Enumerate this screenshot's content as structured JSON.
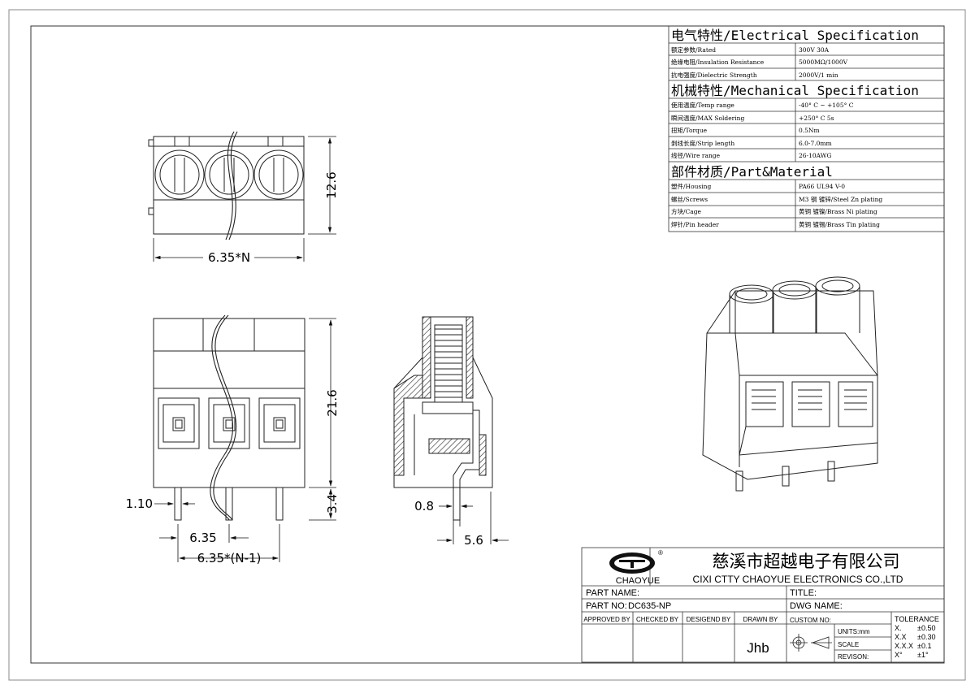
{
  "electrical": {
    "header": "电气特性/Electrical Specification",
    "rows": [
      {
        "label": "额定参数/Rated",
        "value": "300V  30A"
      },
      {
        "label": "绝缘电阻/Insulation Resistance",
        "value": "5000MΩ/1000V"
      },
      {
        "label": "抗电强度/Dielectric Strength",
        "value": "2000V/1 min"
      }
    ]
  },
  "mechanical": {
    "header": "机械特性/Mechanical Specification",
    "rows": [
      {
        "label": "使用温度/Temp range",
        "value": "-40° C ~ +105° C"
      },
      {
        "label": "瞬间温度/MAX Soldering",
        "value": "+250° C    5s"
      },
      {
        "label": "扭矩/Torque",
        "value": "0.5Nm"
      },
      {
        "label": "剥线长度/Strip length",
        "value": "6.0-7.0mm"
      },
      {
        "label": "线径/Wire range",
        "value": "26-10AWG"
      }
    ]
  },
  "material": {
    "header": "部件材质/Part&Material",
    "rows": [
      {
        "label": "塑件/Housing",
        "value": "PA66 UL94 V-0"
      },
      {
        "label": "螺丝/Screws",
        "value": "M3 钢 镀锌/Steel Zn plating"
      },
      {
        "label": "方块/Cage",
        "value": "黄铜 镀镍/Brass Ni plating"
      },
      {
        "label": "焊针/Pin header",
        "value": "黄铜 镀锡/Brass Tin plating"
      }
    ]
  },
  "dimensions": {
    "top_height": "12.6",
    "top_width": "6.35*N",
    "front_height": "21.6",
    "pin_length": "3.4",
    "pin_width": "1.10",
    "pitch": "6.35",
    "total_pitch": "6.35*(N-1)",
    "side_thickness": "0.8",
    "side_offset": "5.6"
  },
  "title_block": {
    "company_cn": "慈溪市超越电子有限公司",
    "company_en": "CIXI CTTY CHAOYUE ELECTRONICS CO.,LTD",
    "logo_text": "CHAOYUE",
    "registered": "®",
    "part_name_label": "PART NAME:",
    "part_no_label": "PART NO:",
    "part_no": "DC635-NP",
    "title_label": "TITLE:",
    "dwg_name_label": "DWG NAME:",
    "approved_by": "APPROVED BY",
    "checked_by": "CHECKED BY",
    "designed_by": "DESIGEND BY",
    "drawn_by": "DRAWN BY",
    "drawn_by_value": "Jhb",
    "custom_no": "CUSTOM NO:",
    "units": "UNITS:mm",
    "scale": "SCALE",
    "revision": "REVISON:",
    "tolerance": "TOLERANCE",
    "tol_rows": [
      {
        "k": "X.",
        "v": "±0.50"
      },
      {
        "k": "X.X",
        "v": "±0.30"
      },
      {
        "k": "X.X.X",
        "v": "±0.1"
      },
      {
        "k": "X°",
        "v": "±1°"
      }
    ]
  }
}
